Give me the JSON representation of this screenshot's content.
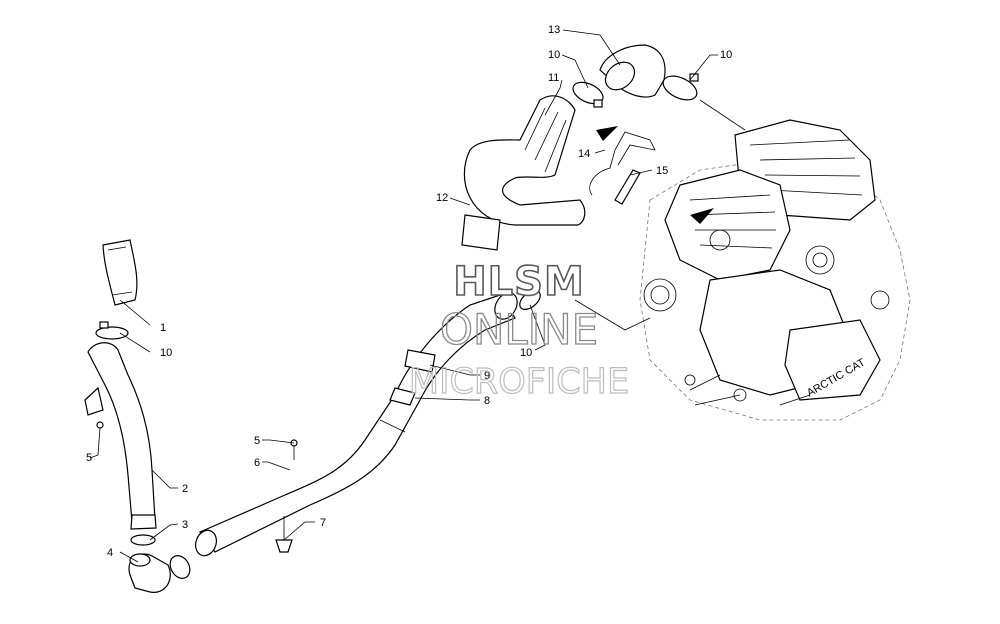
{
  "diagram": {
    "watermark": {
      "line1": "HLSM",
      "line2": "ONLINE",
      "line3": "MICROFICHE"
    },
    "engine_brand": "ARCTIC CAT",
    "callouts": [
      "1",
      "10",
      "5",
      "2",
      "3",
      "4",
      "5",
      "6",
      "7",
      "10",
      "9",
      "8",
      "12",
      "11",
      "10",
      "13",
      "10",
      "14",
      "15"
    ]
  }
}
